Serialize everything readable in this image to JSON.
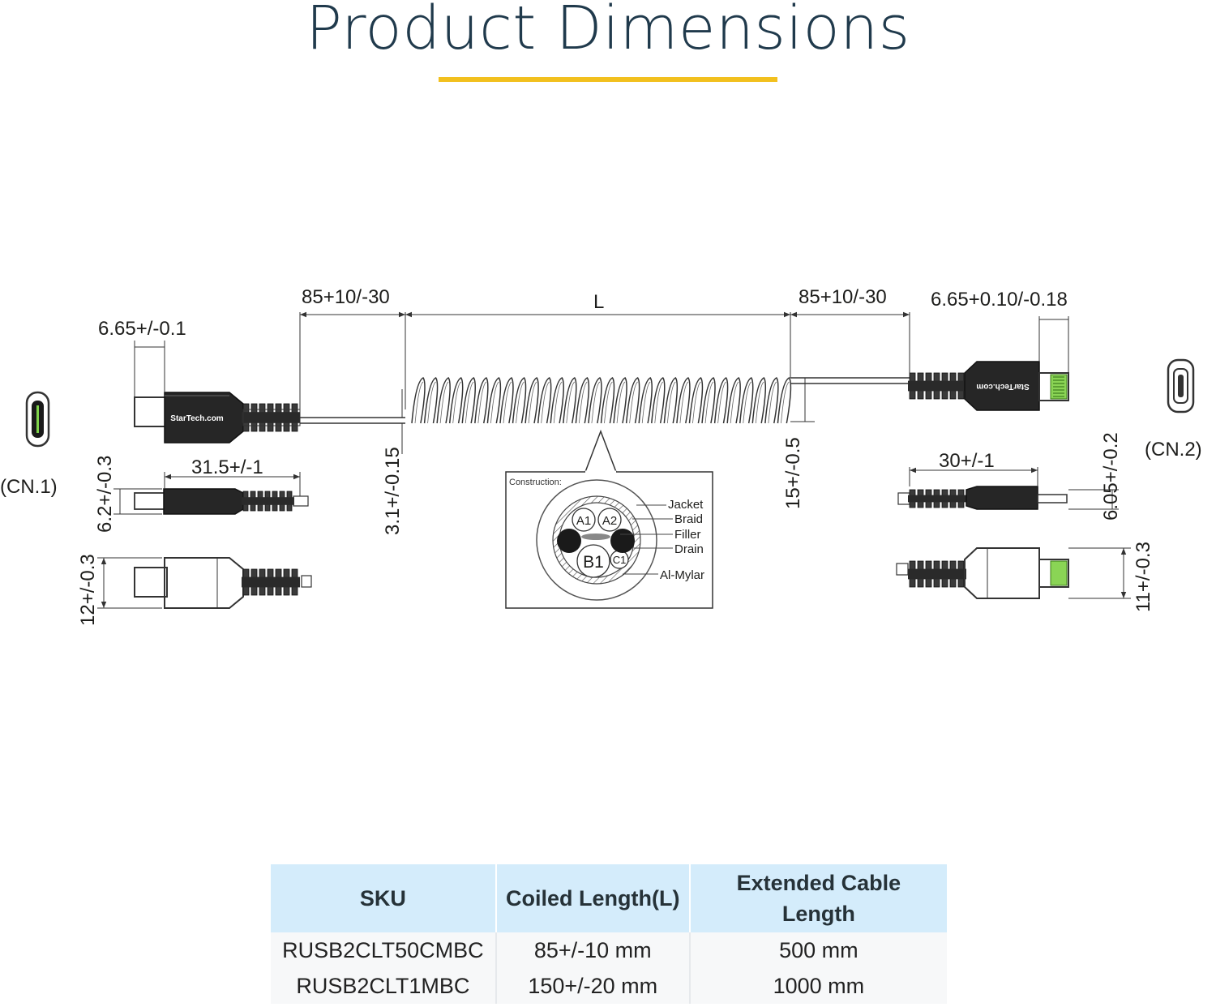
{
  "page": {
    "title": "Product Dimensions",
    "accent_color": "#f2c01e",
    "header_bg": "#d4ecfb"
  },
  "drawing": {
    "connector_1_label": "(CN.1)",
    "connector_2_label": "(CN.2)",
    "brand_text": "StarTech.com",
    "dimensions": {
      "cn1_tip_width": "6.65+/-0.1",
      "cn1_boot_length": "85+10/-30",
      "coiled_length": "L",
      "cn2_boot_length": "85+10/-30",
      "cn2_tip_width": "6.65+0.10/-0.18",
      "cn1_body_length": "31.5+/-1",
      "cn1_side_thickness": "6.2+/-0.3",
      "cn1_width": "12+/-0.3",
      "cable_diameter": "3.1+/-0.15",
      "coil_diameter": "15+/-0.5",
      "cn2_body_length": "30+/-1",
      "cn2_side_thickness": "6.05+/-0.2",
      "cn2_width": "11+/-0.3"
    },
    "construction": {
      "title": "Construction:",
      "labels": [
        "Jacket",
        "Braid",
        "Filler",
        "Drain",
        "Al-Mylar"
      ],
      "conductors": [
        "A1",
        "A2",
        "B1",
        "C1"
      ]
    }
  },
  "table": {
    "headers": [
      "SKU",
      "Coiled Length(L)",
      "Extended Cable Length"
    ],
    "rows": [
      [
        "RUSB2CLT50CMBC",
        "85+/-10 mm",
        "500 mm"
      ],
      [
        "RUSB2CLT1MBC",
        "150+/-20 mm",
        "1000 mm"
      ]
    ]
  }
}
